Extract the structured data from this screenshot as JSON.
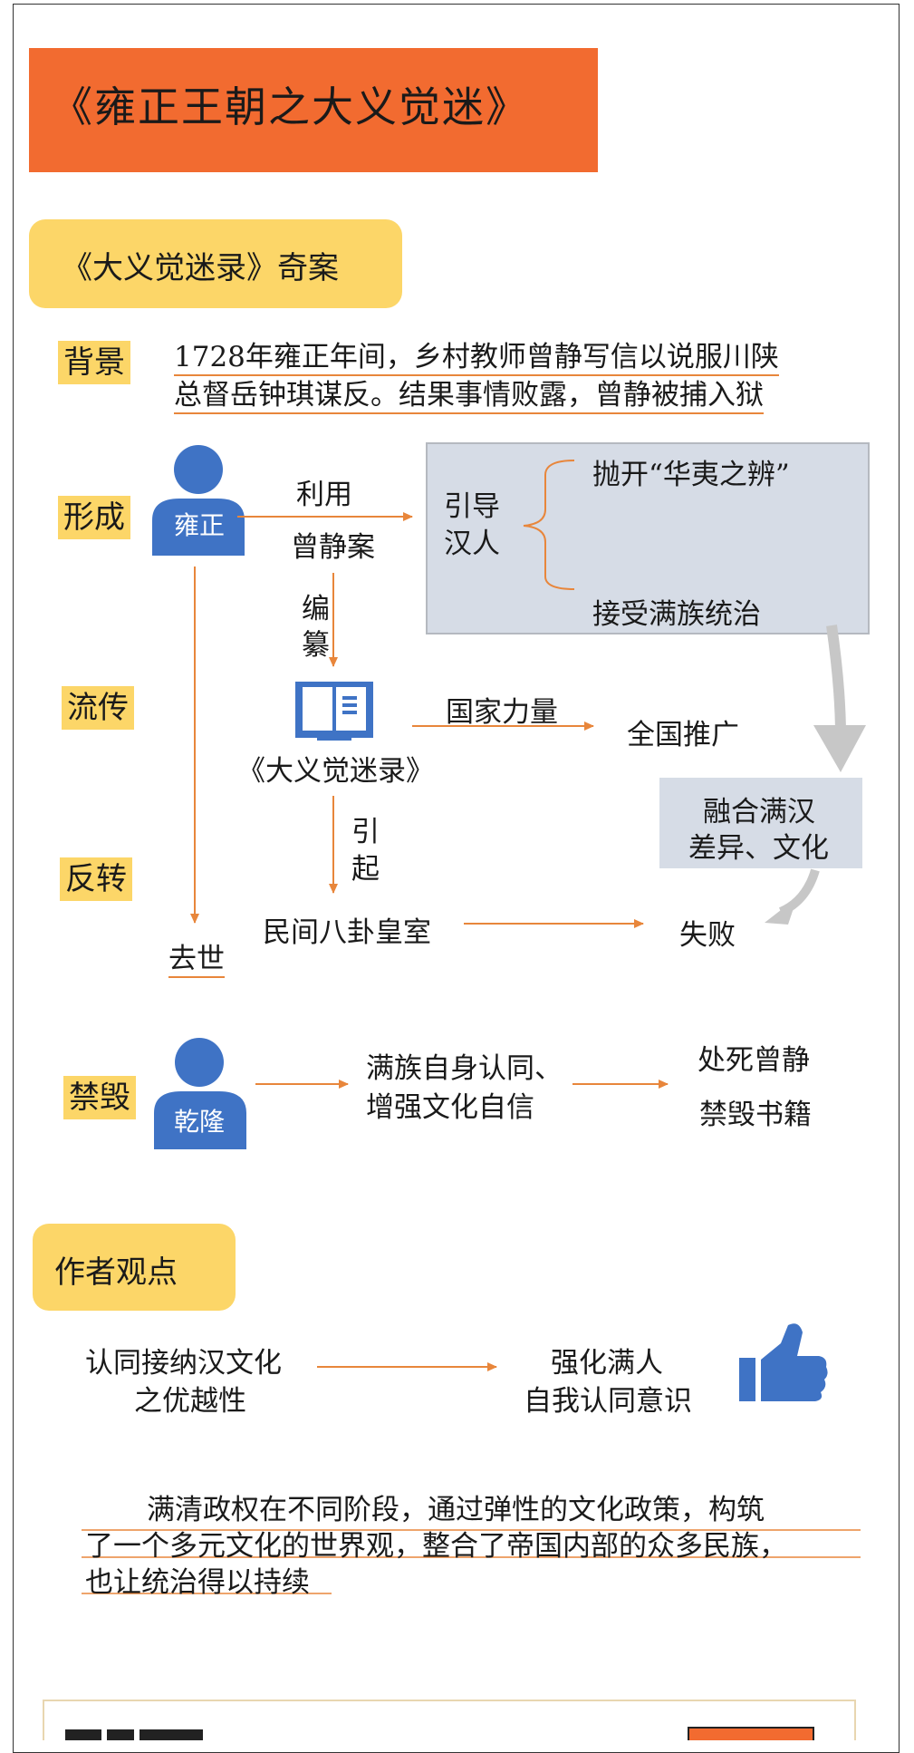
{
  "title": "《雍正王朝之大义觉迷》",
  "section1": {
    "heading": "《大义觉迷录》奇案"
  },
  "rows": {
    "background": {
      "tag": "背景",
      "line1": "1728年雍正年间，乡村教师曾静写信以说服川陕",
      "line2": "总督岳钟琪谋反。结果事情败露，曾静被捕入狱"
    },
    "formation": {
      "tag": "形成",
      "emperor": "雍正",
      "use_label": "利用",
      "case_label": "曾静案",
      "guide_line1": "引导",
      "guide_line2": "汉人",
      "point1": "抛开“华夷之辨”",
      "point2": "接受满族统治"
    },
    "spread": {
      "tag": "流传",
      "compile_1": "编",
      "compile_2": "纂",
      "book": "《大义觉迷录》",
      "state_power": "国家力量",
      "nationwide": "全国推广",
      "fuse_line1": "融合满汉",
      "fuse_line2": "差异、文化"
    },
    "reversal": {
      "tag": "反转",
      "cause_1": "引",
      "cause_2": "起",
      "gossip": "民间八卦皇室",
      "fail": "失败",
      "death": "去世"
    },
    "ban": {
      "tag": "禁毁",
      "emperor": "乾隆",
      "identity_line1": "满族自身认同、",
      "identity_line2": "增强文化自信",
      "result1": "处死曾静",
      "result2": "禁毁书籍"
    }
  },
  "section2": {
    "heading": "作者观点",
    "left_line1": "认同接纳汉文化",
    "left_line2": "之优越性",
    "right_line1": "强化满人",
    "right_line2": "自我认同意识",
    "summary_line1": "满清政权在不同阶段，通过弹性的文化政策，构筑",
    "summary_line2": "了一个多元文化的世界观，整合了帝国内部的众多民族，",
    "summary_line3": "也让统治得以持续"
  },
  "colors": {
    "accent_orange": "#f26b30",
    "pill_yellow": "#fcd668",
    "person_blue": "#3f73c5",
    "arrow_orange": "#e8863b",
    "gray_box": "#d6dce6"
  },
  "icons": {
    "emperor_icon": "person-icon",
    "book_icon": "book-icon",
    "thumb_icon": "thumbs-up-icon"
  }
}
